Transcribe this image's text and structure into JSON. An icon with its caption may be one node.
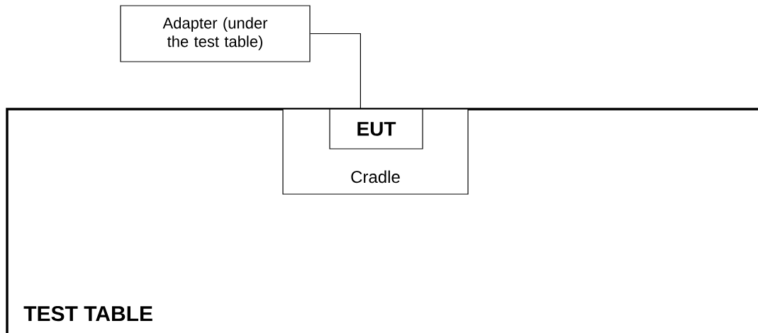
{
  "diagram": {
    "nodes": [
      {
        "text": [
          "Adapter (under the test table)"
        ]
      },
      {
        "text": [
          "TEST TABLE"
        ]
      },
      {
        "text": [
          "Cradle"
        ],
        "in": 1
      },
      {
        "text": [
          "EUT"
        ],
        "in": 2
      }
    ],
    "edges": [
      {
        "from": 0,
        "to": 2,
        "arrow": "none"
      }
    ]
  }
}
